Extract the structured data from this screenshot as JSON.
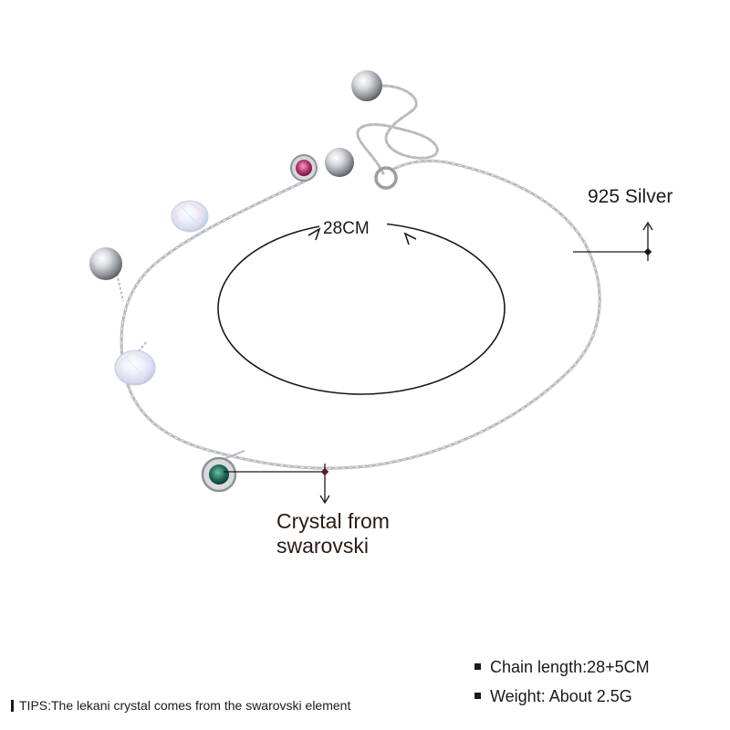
{
  "labels": {
    "circumference": "28CM",
    "material": "925 Silver",
    "crystal_line1": "Crystal from",
    "crystal_line2": "swarovski"
  },
  "specs": [
    {
      "text": "Chain length:28+5CM"
    },
    {
      "text": "Weight: About 2.5G"
    }
  ],
  "tips": "TIPS:The lekani crystal comes from the swarovski element",
  "colors": {
    "background": "#ffffff",
    "text": "#1a1a1a",
    "silver": "#c4c6ca",
    "pink_stone": "#c0407a",
    "green_stone": "#1f6b58",
    "crystal": "#e8ecf6"
  }
}
